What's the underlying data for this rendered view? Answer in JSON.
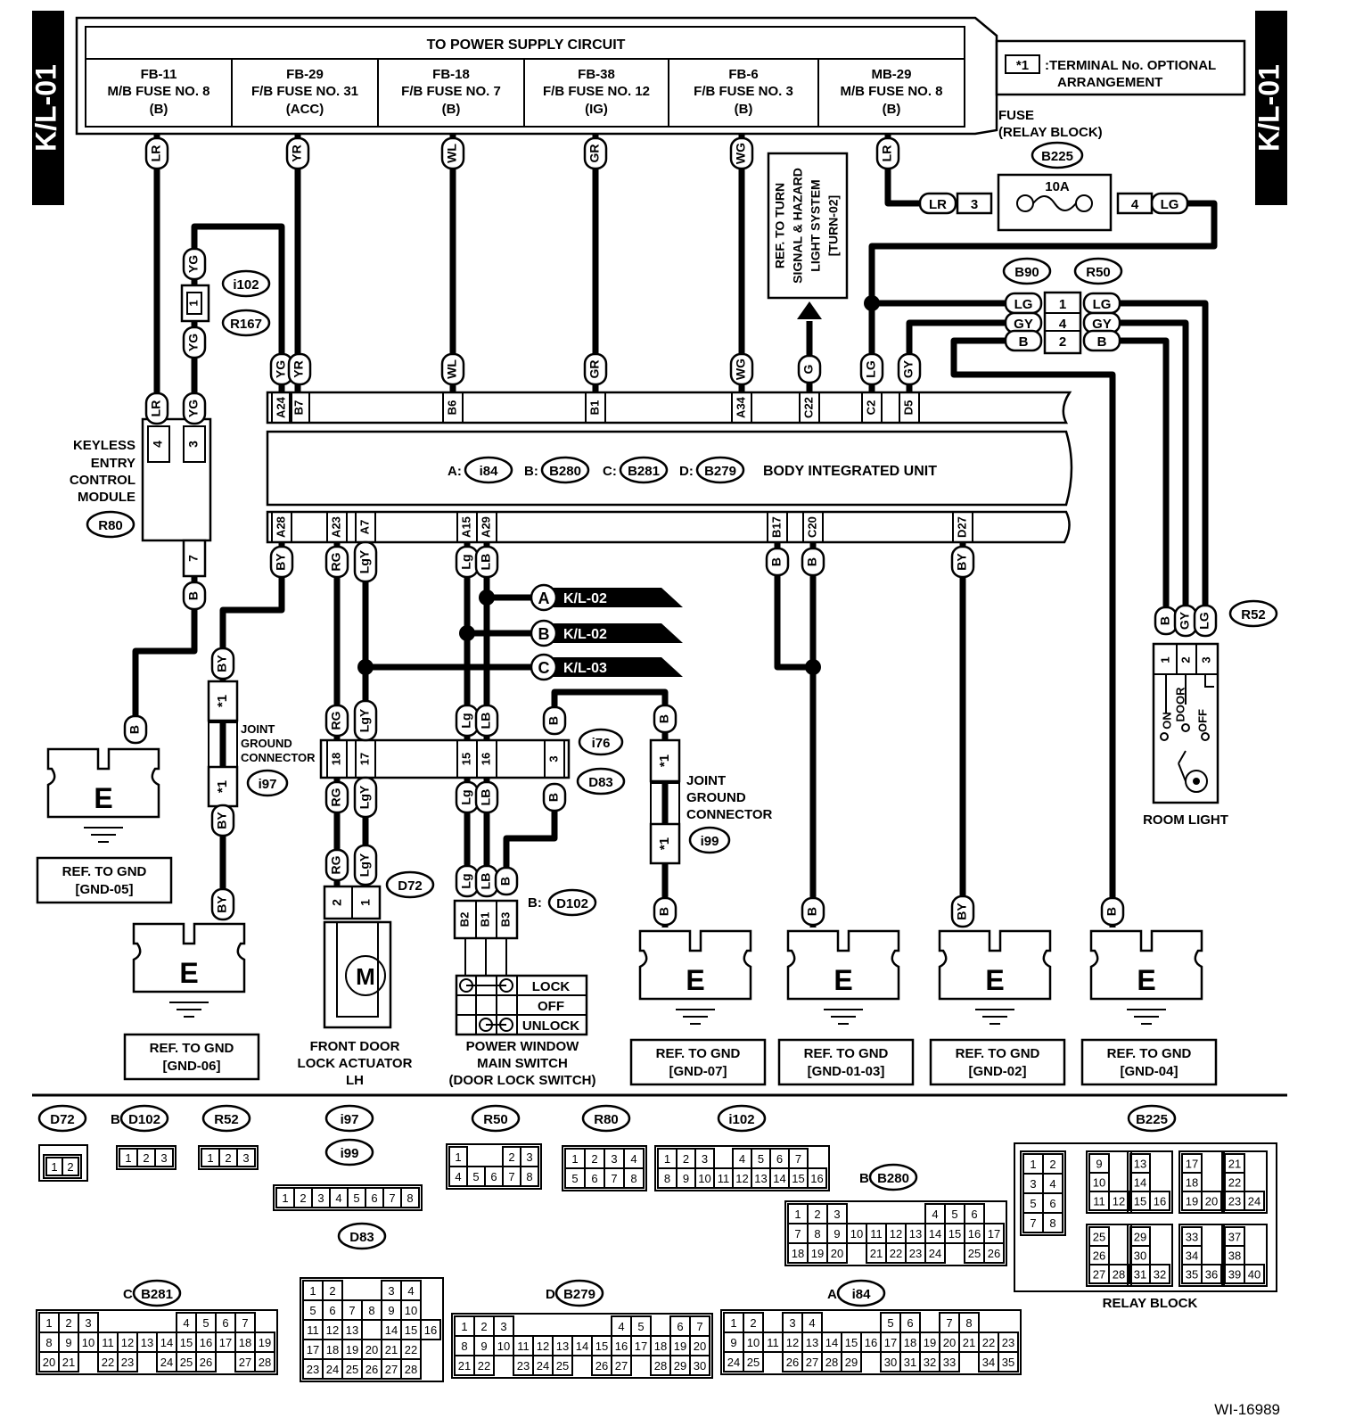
{
  "page_tag": "K/L-01",
  "supply": {
    "title": "TO POWER SUPPLY CIRCUIT",
    "fuses": [
      {
        "id": "FB-11",
        "desc": "M/B FUSE NO. 8",
        "pwr": "(B)",
        "wire": "LR"
      },
      {
        "id": "FB-29",
        "desc": "F/B FUSE NO. 31",
        "pwr": "(ACC)",
        "wire": "YR"
      },
      {
        "id": "FB-18",
        "desc": "F/B FUSE NO. 7",
        "pwr": "(B)",
        "wire": "WL"
      },
      {
        "id": "FB-38",
        "desc": "F/B FUSE NO. 12",
        "pwr": "(IG)",
        "wire": "GR"
      },
      {
        "id": "FB-6",
        "desc": "F/B FUSE NO. 3",
        "pwr": "(B)",
        "wire": "WG"
      },
      {
        "id": "MB-29",
        "desc": "M/B FUSE NO. 8",
        "pwr": "(B)",
        "wire": "LR"
      }
    ]
  },
  "legend": {
    "mark": "*1",
    "text1": ":TERMINAL No. OPTIONAL",
    "text2": "ARRANGEMENT"
  },
  "relay_fuse": {
    "title1": "FUSE",
    "title2": "(RELAY BLOCK)",
    "conn": "B225",
    "rating": "10A",
    "in_wire": "LR",
    "in_pin": "3",
    "out_pin": "4",
    "out_wire": "LG"
  },
  "turn_ref": [
    "REF. TO TURN",
    "SIGNAL & HAZARD",
    "LIGHT SYSTEM",
    "[TURN-02]"
  ],
  "junction": {
    "left": "B90",
    "right": "R50",
    "rows": [
      {
        "wire": "LG",
        "pin": "1"
      },
      {
        "wire": "GY",
        "pin": "4"
      },
      {
        "wire": "B",
        "pin": "2"
      }
    ]
  },
  "biu": {
    "name": "BODY INTEGRATED UNIT",
    "conns": [
      {
        "k": "A:",
        "c": "i84"
      },
      {
        "k": "B:",
        "c": "B280"
      },
      {
        "k": "C:",
        "c": "B281"
      },
      {
        "k": "D:",
        "c": "B279"
      }
    ],
    "top_pins": [
      {
        "pin": "A24",
        "wire": "YG"
      },
      {
        "pin": "B7",
        "wire": "YR"
      },
      {
        "pin": "B6",
        "wire": "WL"
      },
      {
        "pin": "B1",
        "wire": "GR"
      },
      {
        "pin": "A34",
        "wire": "WG"
      },
      {
        "pin": "C22",
        "wire": "G"
      },
      {
        "pin": "C2",
        "wire": "LG"
      },
      {
        "pin": "D5",
        "wire": "GY"
      }
    ],
    "bottom_pins": [
      {
        "pin": "A28",
        "wire": "BY"
      },
      {
        "pin": "A23",
        "wire": "RG"
      },
      {
        "pin": "A7",
        "wire": "LgY"
      },
      {
        "pin": "A15",
        "wire": "Lg"
      },
      {
        "pin": "A29",
        "wire": "LB"
      },
      {
        "pin": "B17",
        "wire": "B"
      },
      {
        "pin": "C20",
        "wire": "B"
      },
      {
        "pin": "D27",
        "wire": "BY"
      }
    ]
  },
  "keyless": {
    "name": [
      "KEYLESS",
      "ENTRY",
      "CONTROL",
      "MODULE"
    ],
    "conn": "R80",
    "pins": [
      "4",
      "3",
      "7"
    ],
    "wires": [
      "LR",
      "YG",
      "B"
    ]
  },
  "i102": {
    "conn": "i102",
    "conn2": "R167",
    "pin": "1",
    "wire": "YG"
  },
  "offpage": [
    {
      "l": "A",
      "t": "K/L-02"
    },
    {
      "l": "B",
      "t": "K/L-02"
    },
    {
      "l": "C",
      "t": "K/L-03"
    }
  ],
  "jgc1": {
    "label": [
      "JOINT",
      "GROUND",
      "CONNECTOR"
    ],
    "conn": "i97",
    "mark": "*1",
    "wire": "BY"
  },
  "jgc2": {
    "label": [
      "JOINT",
      "GROUND",
      "CONNECTOR"
    ],
    "conn": "i99",
    "mark": "*1",
    "wire": "B"
  },
  "midconn": {
    "c1": "i76",
    "c2": "D83",
    "pins": [
      "18",
      "17",
      "15",
      "16",
      "3"
    ],
    "wires": [
      "RG",
      "LgY",
      "Lg",
      "LB",
      "B"
    ]
  },
  "actuator": {
    "conn": "D72",
    "pins": [
      "2",
      "1"
    ],
    "wires": [
      "RG",
      "LgY"
    ],
    "motor": "M",
    "name": [
      "FRONT DOOR",
      "LOCK ACTUATOR",
      "LH"
    ]
  },
  "pwswitch": {
    "conn_key": "B:",
    "conn": "D102",
    "pins": [
      "B2",
      "B1",
      "B3"
    ],
    "wires": [
      "Lg",
      "LB",
      "B"
    ],
    "states": [
      "LOCK",
      "OFF",
      "UNLOCK"
    ],
    "name": [
      "POWER WINDOW",
      "MAIN SWITCH",
      "(DOOR LOCK SWITCH)"
    ]
  },
  "roomlight": {
    "conn": "R52",
    "pins": [
      "1",
      "2",
      "3"
    ],
    "wires": [
      "B",
      "GY",
      "LG"
    ],
    "positions": [
      "ON",
      "DOOR",
      "OFF"
    ],
    "name": "ROOM LIGHT"
  },
  "grounds": [
    {
      "ref1": "REF. TO GND",
      "ref2": "[GND-05]",
      "wire": "B"
    },
    {
      "ref1": "REF. TO GND",
      "ref2": "[GND-06]",
      "wire": "BY"
    },
    {
      "ref1": "REF. TO GND",
      "ref2": "[GND-07]",
      "wire": "B"
    },
    {
      "ref1": "REF. TO GND",
      "ref2": "[GND-01-03]",
      "wire": "B"
    },
    {
      "ref1": "REF. TO GND",
      "ref2": "[GND-02]",
      "wire": "BY"
    },
    {
      "ref1": "REF. TO GND",
      "ref2": "[GND-04]",
      "wire": "B"
    }
  ],
  "ground_letter": "E",
  "conn_views": {
    "D72": {
      "name": "D72",
      "rows": [
        [
          "1",
          "2"
        ]
      ]
    },
    "D102": {
      "key": "B:",
      "name": "D102",
      "rows": [
        [
          "1",
          "2",
          "3"
        ]
      ]
    },
    "R52": {
      "name": "R52",
      "rows": [
        [
          "1",
          "2",
          "3"
        ]
      ]
    },
    "i97": {
      "name": "i97",
      "name2": "i99",
      "rows": [
        [
          "1",
          "2",
          "3",
          "4",
          "5",
          "6",
          "7",
          "8"
        ]
      ]
    },
    "R50": {
      "name": "R50",
      "rows": [
        [
          "1",
          "",
          "",
          "2",
          "3"
        ],
        [
          "4",
          "5",
          "6",
          "7",
          "8"
        ]
      ]
    },
    "R80": {
      "name": "R80",
      "rows": [
        [
          "1",
          "2",
          "3",
          "4"
        ],
        [
          "5",
          "6",
          "7",
          "8"
        ]
      ]
    },
    "i102": {
      "name": "i102",
      "rows": [
        [
          "1",
          "2",
          "3",
          "",
          "4",
          "5",
          "6",
          "7"
        ],
        [
          "8",
          "9",
          "10",
          "11",
          "12",
          "13",
          "14",
          "15",
          "16"
        ]
      ]
    },
    "B280": {
      "key": "B:",
      "name": "B280",
      "rows": [
        [
          "1",
          "2",
          "3",
          "",
          "",
          "",
          "",
          "4",
          "5",
          "6"
        ],
        [
          "7",
          "8",
          "9",
          "10",
          "11",
          "12",
          "13",
          "14",
          "15",
          "16",
          "17"
        ],
        [
          "18",
          "19",
          "20",
          "",
          "21",
          "22",
          "23",
          "24",
          "",
          "25",
          "26"
        ]
      ]
    },
    "D83": {
      "name": "D83",
      "rows": [
        [
          "1",
          "2",
          "",
          "",
          "3",
          "4"
        ],
        [
          "5",
          "6",
          "7",
          "8",
          "9",
          "10"
        ],
        [
          "11",
          "12",
          "13",
          "",
          "14",
          "15",
          "16"
        ],
        [
          "17",
          "18",
          "19",
          "20",
          "21",
          "22"
        ],
        [
          "23",
          "24",
          "25",
          "26",
          "27",
          "28"
        ]
      ]
    },
    "B281": {
      "key": "C:",
      "name": "B281",
      "rows": [
        [
          "1",
          "2",
          "3",
          "",
          "",
          "",
          "",
          "4",
          "5",
          "6",
          "7"
        ],
        [
          "8",
          "9",
          "10",
          "11",
          "12",
          "13",
          "14",
          "15",
          "16",
          "17",
          "18",
          "19"
        ],
        [
          "20",
          "21",
          "",
          "22",
          "23",
          "",
          "24",
          "25",
          "26",
          "",
          "27",
          "28"
        ]
      ]
    },
    "B279": {
      "key": "D:",
      "name": "B279",
      "rows": [
        [
          "1",
          "2",
          "3",
          "",
          "",
          "",
          "",
          "",
          "4",
          "5",
          "",
          "6",
          "7"
        ],
        [
          "8",
          "9",
          "10",
          "11",
          "12",
          "13",
          "14",
          "15",
          "16",
          "17",
          "18",
          "19",
          "20"
        ],
        [
          "21",
          "22",
          "",
          "23",
          "24",
          "25",
          "",
          "26",
          "27",
          "",
          "28",
          "29",
          "30"
        ]
      ]
    },
    "i84": {
      "key": "A:",
      "name": "i84",
      "rows": [
        [
          "1",
          "2",
          "",
          "3",
          "4",
          "",
          "",
          "",
          "5",
          "6",
          "",
          "7",
          "8"
        ],
        [
          "9",
          "10",
          "11",
          "12",
          "13",
          "14",
          "15",
          "16",
          "17",
          "18",
          "19",
          "20",
          "21",
          "22",
          "23"
        ],
        [
          "24",
          "25",
          "",
          "26",
          "27",
          "28",
          "29",
          "",
          "30",
          "31",
          "32",
          "33",
          "",
          "34",
          "35"
        ]
      ]
    },
    "B225": {
      "name": "B225",
      "caption": "RELAY BLOCK",
      "groups": [
        [
          "1",
          "2",
          "3",
          "4",
          "5",
          "6",
          "7",
          "8"
        ],
        [
          "9",
          "10",
          "11",
          "12"
        ],
        [
          "13",
          "14",
          "15",
          "16"
        ],
        [
          "17",
          "18",
          "19",
          "20"
        ],
        [
          "21",
          "22",
          "23",
          "24"
        ],
        [
          "25",
          "26",
          "27",
          "28"
        ],
        [
          "29",
          "30",
          "31",
          "32"
        ],
        [
          "33",
          "34",
          "35",
          "36"
        ],
        [
          "37",
          "38",
          "39",
          "40"
        ]
      ]
    }
  },
  "figure_id": "WI-16989"
}
